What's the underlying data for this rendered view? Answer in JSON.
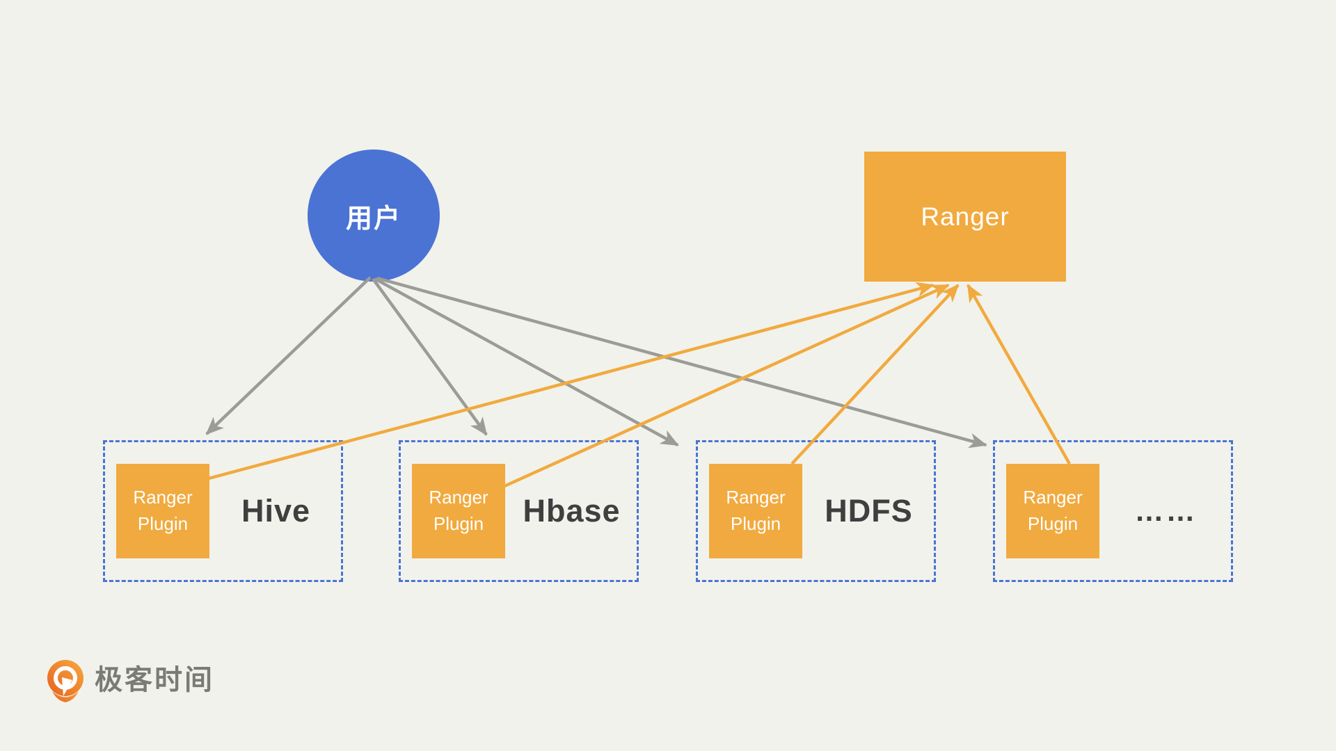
{
  "diagram": {
    "title_hint": "Apache Ranger plugin architecture diagram",
    "background_color": "#F2F2EC"
  },
  "colors": {
    "user_circle_blue": "#4A73D4",
    "ranger_orange": "#F1AA3F",
    "dashed_border_blue": "#4A74D6",
    "gray_arrow": "#9B9B97",
    "dark_label_text": "#3E4040",
    "logo_text_gray": "#7B7B76",
    "logo_icon_orange_light": "#F9A83D",
    "logo_icon_orange_dark": "#E4631F"
  },
  "user_node": {
    "label": "用户"
  },
  "ranger_node": {
    "label": "Ranger"
  },
  "services": [
    {
      "name": "Hive",
      "plugin_line1": "Ranger",
      "plugin_line2": "Plugin"
    },
    {
      "name": "Hbase",
      "plugin_line1": "Ranger",
      "plugin_line2": "Plugin"
    },
    {
      "name": "HDFS",
      "plugin_line1": "Ranger",
      "plugin_line2": "Plugin"
    },
    {
      "name": "……",
      "plugin_line1": "Ranger",
      "plugin_line2": "Plugin"
    }
  ],
  "edges": [
    {
      "from": "用户",
      "to": "Hive box",
      "style": "gray-arrow"
    },
    {
      "from": "用户",
      "to": "Hbase box",
      "style": "gray-arrow"
    },
    {
      "from": "用户",
      "to": "HDFS box",
      "style": "gray-arrow"
    },
    {
      "from": "用户",
      "to": "…… box",
      "style": "gray-arrow"
    },
    {
      "from": "Ranger Plugin (Hive)",
      "to": "Ranger",
      "style": "orange-arrow"
    },
    {
      "from": "Ranger Plugin (Hbase)",
      "to": "Ranger",
      "style": "orange-arrow"
    },
    {
      "from": "Ranger Plugin (HDFS)",
      "to": "Ranger",
      "style": "orange-arrow"
    },
    {
      "from": "Ranger Plugin (……)",
      "to": "Ranger",
      "style": "orange-arrow"
    }
  ],
  "logo": {
    "text": "极客时间",
    "icon": "geektime-logo-icon"
  }
}
